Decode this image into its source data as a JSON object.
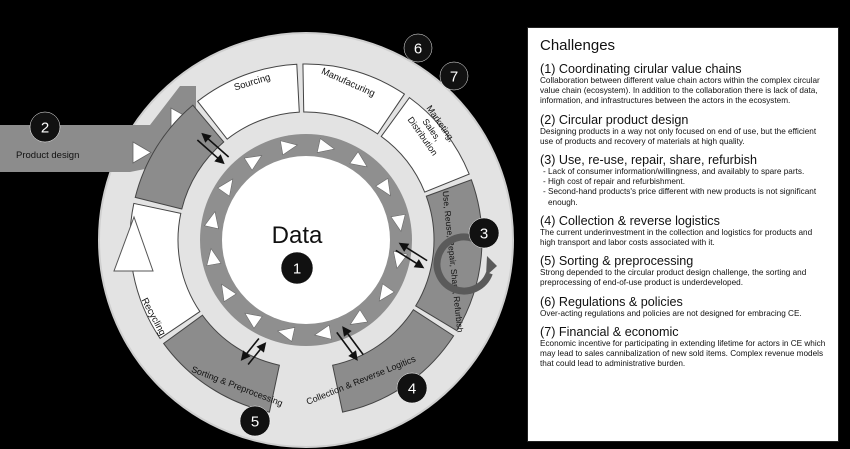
{
  "diagram": {
    "center_title": "Data",
    "stages": {
      "sourcing": "Sourcing",
      "manufacturing": "Manufacuring",
      "marketing": [
        "Marketing,",
        "Sales,",
        "Distribution"
      ],
      "use": "Use, Reuse, Repair, Share, Refurbish",
      "collection": "Collection & Reverse Logitics",
      "sorting": "Sorting & Preprocessing",
      "recycling": "Recycling",
      "product_design": "Product design"
    },
    "badges": [
      "1",
      "2",
      "3",
      "4",
      "5",
      "6",
      "7"
    ]
  },
  "challenges": {
    "heading": "Challenges",
    "items": [
      {
        "title": "(1) Coordinating cirular value chains",
        "body": "Collaboration between different value chain actors within the complex circular value chain (ecosystem). In addition to the collaboration there is lack of data, information, and infrastructures between the actors in the ecosystem."
      },
      {
        "title": "(2) Circular product design",
        "body": "Designing products in a way not only focused on end of use, but the efficient use of products and recovery of materials at high quality."
      },
      {
        "title": "(3) Use, re-use, repair, share, refurbish",
        "bullets": [
          "- Lack of consumer information/willingness, and availably to spare parts.",
          "- High cost of repair and refurbishment.",
          "- Second-hand products's price different with new products is not significant enough."
        ]
      },
      {
        "title": "(4) Collection & reverse logistics",
        "body": "The current underinvestment in the collection and logistics for products and high transport and labor costs associated with it."
      },
      {
        "title": "(5) Sorting & preprocessing",
        "body": "Strong depended to the circular product design challenge, the sorting and preprocessing of end-of-use product is underdeveloped."
      },
      {
        "title": "(6) Regulations & policies",
        "body": "Over-acting regulations and policies are not designed for embracing CE."
      },
      {
        "title": "(7) Financial & economic",
        "body": "Economic incentive for participating in extending lifetime for actors in CE which may lead to sales cannibalization of new sold items. Complex revenue models that could lead to administrative burden."
      }
    ]
  }
}
